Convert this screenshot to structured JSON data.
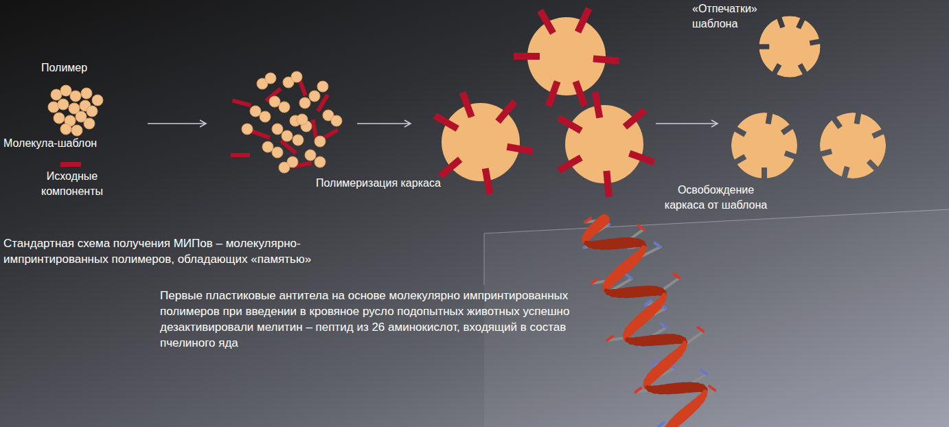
{
  "diagram": {
    "caption": "Стандартная схема получения МИПов – молекулярно-импринтированных полимеров, обладающих «памятью»",
    "labels": [
      "Полимер",
      "Молекула-шаблон",
      "Исходные компоненты",
      "Полимеризация каркаса",
      "«Отпечатки» шаблона",
      "Освобождение каркаса от шаблона",
      "Первые пластиковые антитела на основе молекулярно импринтированных полимеров при введении в кровяное русло подопытных животных успешно дезактивировали мелитин – пептид из 26 аминокислот, входящий в состав пчелиного яда"
    ]
  }
}
